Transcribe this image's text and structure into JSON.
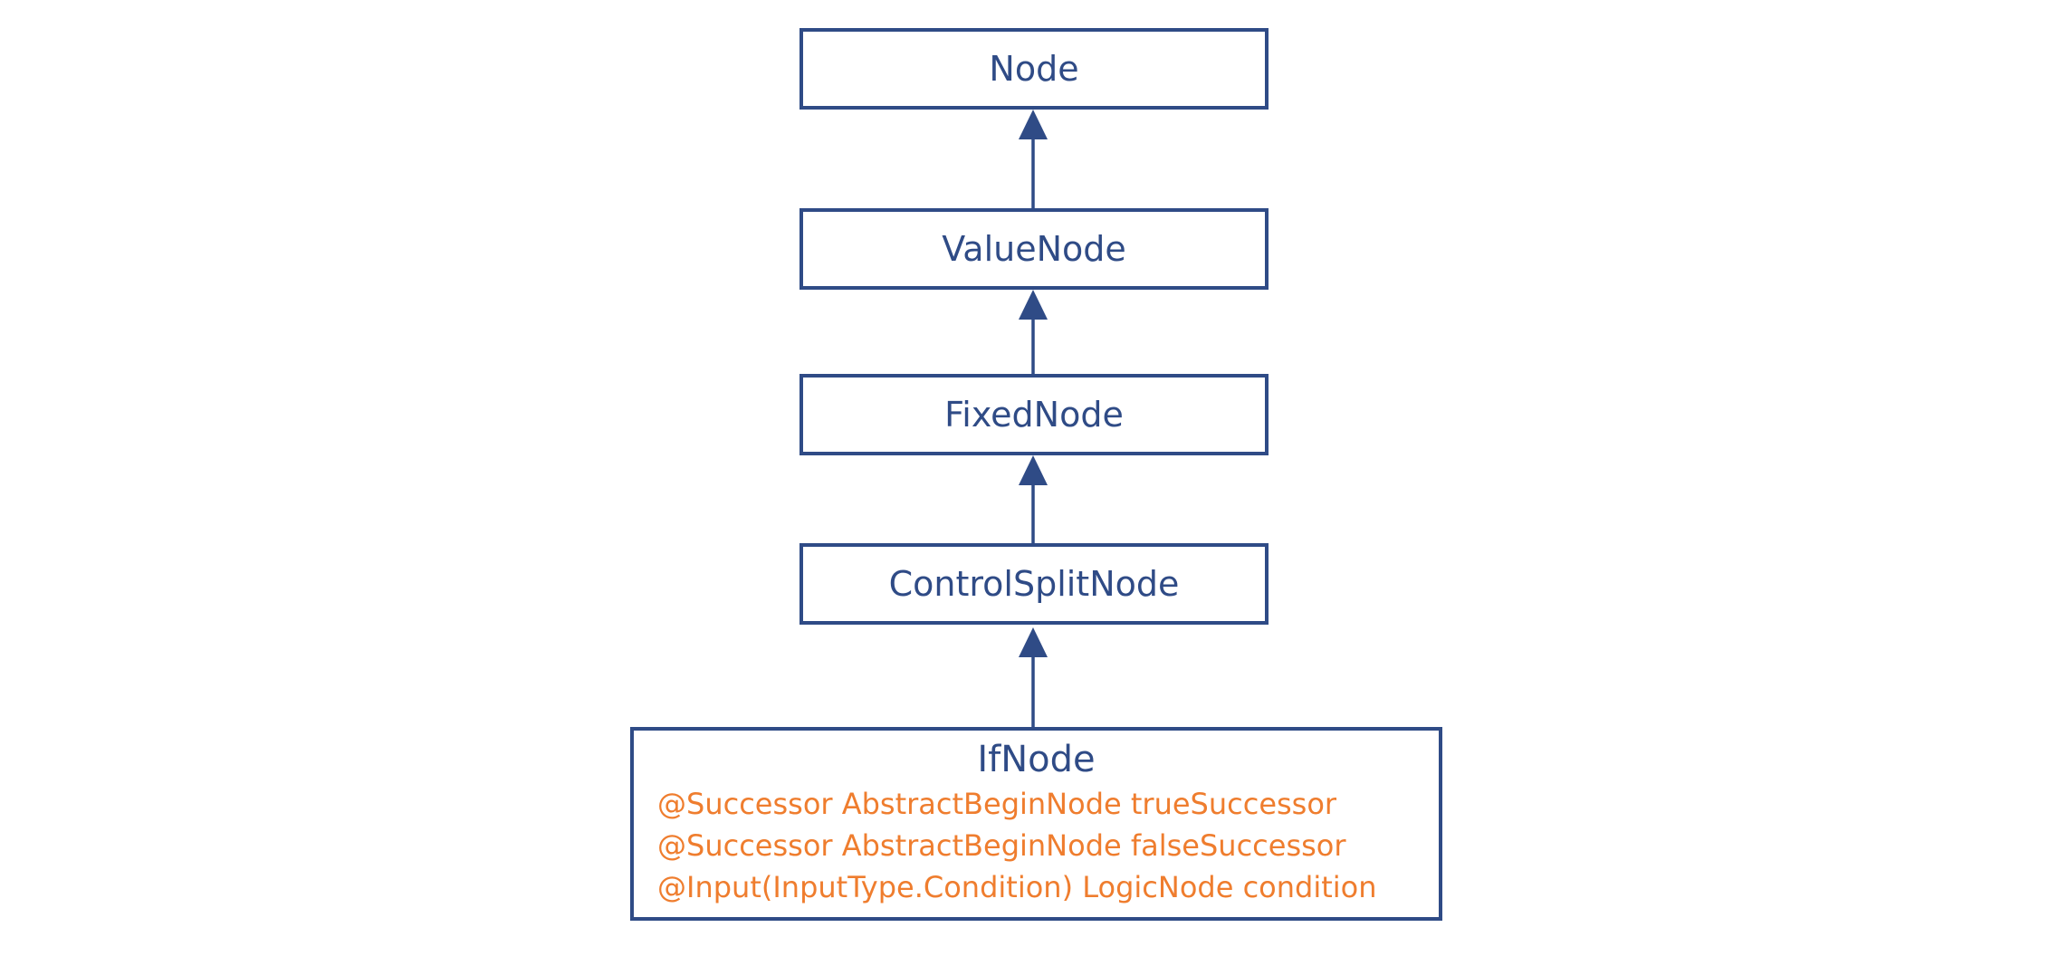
{
  "diagram": {
    "type": "class-hierarchy",
    "colors": {
      "navy": "#2F4B86",
      "orange": "#EF7D2E",
      "background": "#FFFFFF"
    },
    "classes": [
      {
        "name": "Node"
      },
      {
        "name": "ValueNode"
      },
      {
        "name": "FixedNode"
      },
      {
        "name": "ControlSplitNode"
      },
      {
        "name": "IfNode",
        "annotations": [
          "@Successor AbstractBeginNode trueSuccessor",
          "@Successor AbstractBeginNode falseSuccessor",
          "@Input(InputType.Condition) LogicNode condition"
        ]
      }
    ],
    "relations": [
      {
        "from": "ValueNode",
        "to": "Node",
        "type": "extends"
      },
      {
        "from": "FixedNode",
        "to": "ValueNode",
        "type": "extends"
      },
      {
        "from": "ControlSplitNode",
        "to": "FixedNode",
        "type": "extends"
      },
      {
        "from": "IfNode",
        "to": "ControlSplitNode",
        "type": "extends"
      }
    ]
  }
}
